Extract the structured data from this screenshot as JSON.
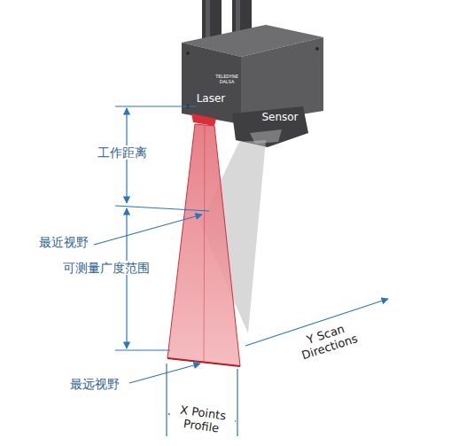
{
  "diagram": {
    "labels": [
      "Laser",
      "Sensor",
      "TELEDYNE DALSA",
      "工作距离",
      "最近视野",
      "可测量广度范围",
      "最远视野",
      "Y Scan Directions",
      "X Points Profile"
    ]
  }
}
